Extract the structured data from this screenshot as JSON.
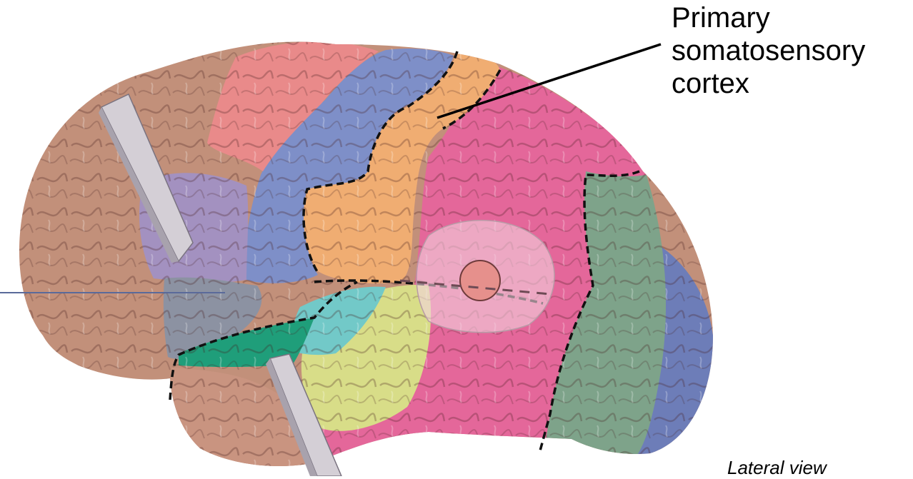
{
  "label": {
    "line1": "Primary",
    "line2": "somatosensory",
    "line3": "cortex"
  },
  "view_label": "Lateral view",
  "colors": {
    "prefrontal": "#c2907a",
    "premotor": "#e98a8a",
    "motor": "#7e8fc8",
    "somatosensory": "#f0ad72",
    "parietal": "#e4679a",
    "occipital_assoc": "#7ea38a",
    "occipital": "#6d7db8",
    "broca": "#a391c0",
    "temporal_assoc": "#d8dd88",
    "auditory": "#72c9c8",
    "temporal_dark": "#1f9e7a",
    "insula_gray": "#8c92a2",
    "overlay": "#f3d3df",
    "focus_dot": "#e6908c"
  }
}
